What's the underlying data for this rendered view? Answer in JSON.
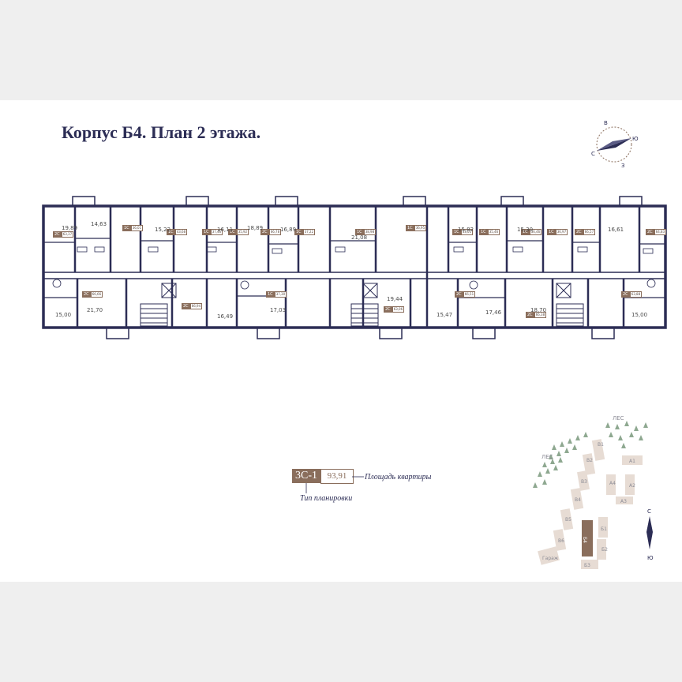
{
  "title": "Корпус Б4.   План 2 этажа.",
  "compass": {
    "north": "В",
    "east": "Ю",
    "south": "З",
    "west": "С"
  },
  "legend": {
    "type_code": "3С-1",
    "area": "93,91",
    "area_label": "Площадь квартиры",
    "type_label": "Тип планировки"
  },
  "site_plan": {
    "forest_labels": [
      "ЛЕС",
      "ЛЕС"
    ],
    "buildings": [
      "В1",
      "В2",
      "В3",
      "В4",
      "В5",
      "В6",
      "А1",
      "А2",
      "А3",
      "А4",
      "Б1",
      "Б2",
      "Б3",
      "Б4",
      "Гараж"
    ],
    "north_arrow": {
      "top": "С",
      "bottom": "Ю"
    }
  },
  "apartments": [
    {
      "type": "2С",
      "area": "63,37"
    },
    {
      "type": "1С",
      "area": "36,01"
    },
    {
      "type": "1С",
      "area": "43,68"
    },
    {
      "type": "1С",
      "area": "37,46"
    },
    {
      "type": "1С",
      "area": "35,92"
    },
    {
      "type": "2С",
      "area": "66,78"
    },
    {
      "type": "1С",
      "area": "37,22"
    },
    {
      "type": "1С",
      "area": "38,98"
    },
    {
      "type": "1С",
      "area": "36,95"
    },
    {
      "type": "1С",
      "area": "35,01"
    },
    {
      "type": "1С",
      "area": "35,46"
    },
    {
      "type": "1С",
      "area": "36,46"
    },
    {
      "type": "1С",
      "area": "36,97"
    },
    {
      "type": "2С",
      "area": "66,57"
    },
    {
      "type": "2С",
      "area": "64,83"
    },
    {
      "type": "2С",
      "area": "66,66"
    },
    {
      "type": "2С",
      "area": "66,94"
    },
    {
      "type": "1С",
      "area": "37,30"
    },
    {
      "type": "2С",
      "area": "63,06"
    },
    {
      "type": "2С",
      "area": "66,51"
    },
    {
      "type": "2С",
      "area": "66,38"
    },
    {
      "type": "2С",
      "area": "63,88"
    }
  ],
  "colors": {
    "wall": "#2c2d55",
    "accent": "#8a6e5c",
    "site_building": "#e7dcd4",
    "site_highlight": "#8a6e5c",
    "tree": "#8ea890"
  }
}
